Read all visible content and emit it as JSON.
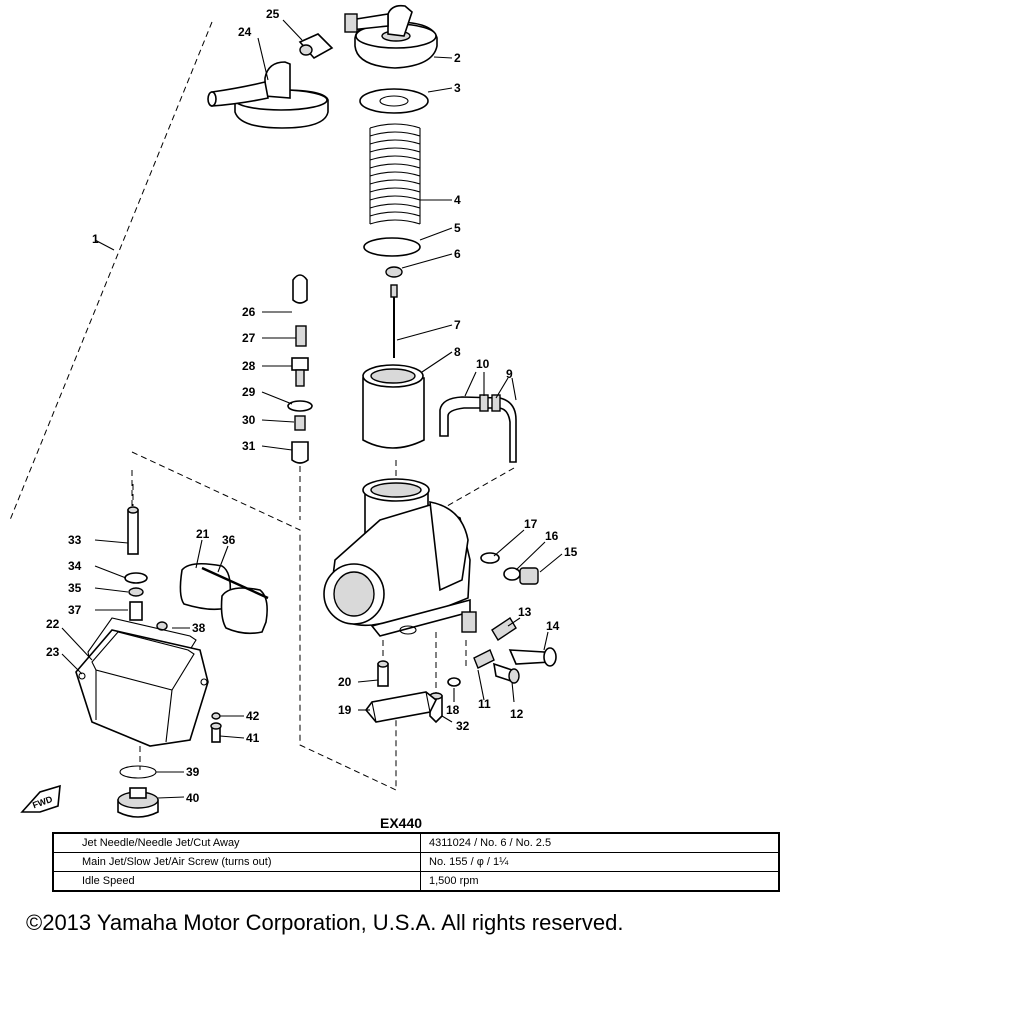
{
  "diagram": {
    "callouts": [
      "1",
      "2",
      "3",
      "4",
      "5",
      "6",
      "7",
      "8",
      "9",
      "10",
      "11",
      "12",
      "13",
      "14",
      "15",
      "16",
      "17",
      "18",
      "19",
      "20",
      "21",
      "22",
      "23",
      "24",
      "25",
      "26",
      "27",
      "28",
      "29",
      "30",
      "31",
      "32",
      "33",
      "34",
      "35",
      "36",
      "37",
      "38",
      "39",
      "40",
      "41",
      "42"
    ],
    "fwd_label": "FWD"
  },
  "model": "EX440",
  "spec_table": {
    "rows": [
      {
        "label": "Jet Needle/Needle Jet/Cut Away",
        "value": "4311024  /  No. 6  /  No. 2.5"
      },
      {
        "label": "Main Jet/Slow Jet/Air Screw (turns out)",
        "value": "No. 155  /  φ  /  1¼"
      },
      {
        "label": "Idle Speed",
        "value": "1,500 rpm"
      }
    ]
  },
  "copyright": "©2013 Yamaha Motor Corporation, U.S.A. All rights reserved."
}
